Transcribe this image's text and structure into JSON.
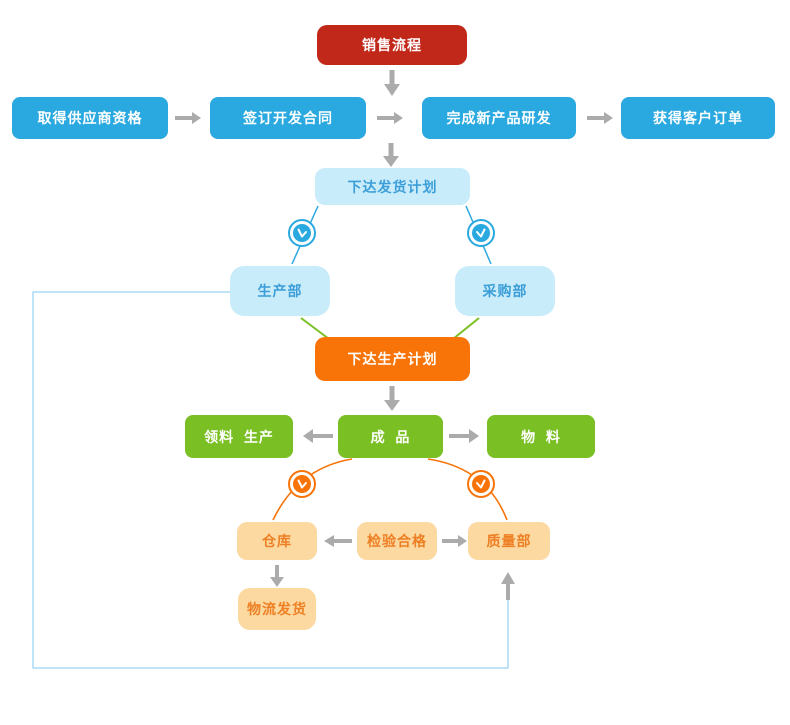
{
  "theme": {
    "background": "#ffffff",
    "red": "#c1281a",
    "blue": "#2aa9e0",
    "light_blue_bg": "#c9ecfb",
    "light_blue_text": "#3b9ed8",
    "orange": "#f87408",
    "green": "#7abf24",
    "peach_bg": "#fbd9a0",
    "peach_text": "#ee7f24",
    "arrow_gray": "#ababab",
    "feedback_line": "#aadcf5"
  },
  "icons": {
    "clock": "clock-icon",
    "arrow": "arrow-icon"
  },
  "nodes": {
    "sales": {
      "label": "销售流程",
      "color": "#c1281a"
    },
    "supplier": {
      "label": "取得供应商资格",
      "color": "#2aa9e0"
    },
    "contract": {
      "label": "签订开发合同",
      "color": "#2aa9e0"
    },
    "rd": {
      "label": "完成新产品研发",
      "color": "#2aa9e0"
    },
    "order": {
      "label": "获得客户订单",
      "color": "#2aa9e0"
    },
    "ship_plan": {
      "label": "下达发货计划",
      "color": "#c9ecfb"
    },
    "production_dept": {
      "label": "生产部",
      "color": "#c9ecfb"
    },
    "purchasing_dept": {
      "label": "采购部",
      "color": "#c9ecfb"
    },
    "production_plan": {
      "label": "下达生产计划",
      "color": "#f87408"
    },
    "picking": {
      "label": "领料  生产",
      "color": "#7abf24"
    },
    "finished": {
      "label": "成  品",
      "color": "#7abf24"
    },
    "material": {
      "label": "物  料",
      "color": "#7abf24"
    },
    "warehouse": {
      "label": "仓库",
      "color": "#fbd9a0"
    },
    "inspection": {
      "label": "检验合格",
      "color": "#fbd9a0"
    },
    "quality": {
      "label": "质量部",
      "color": "#fbd9a0"
    },
    "shipping": {
      "label": "物流发货",
      "color": "#fbd9a0"
    }
  }
}
